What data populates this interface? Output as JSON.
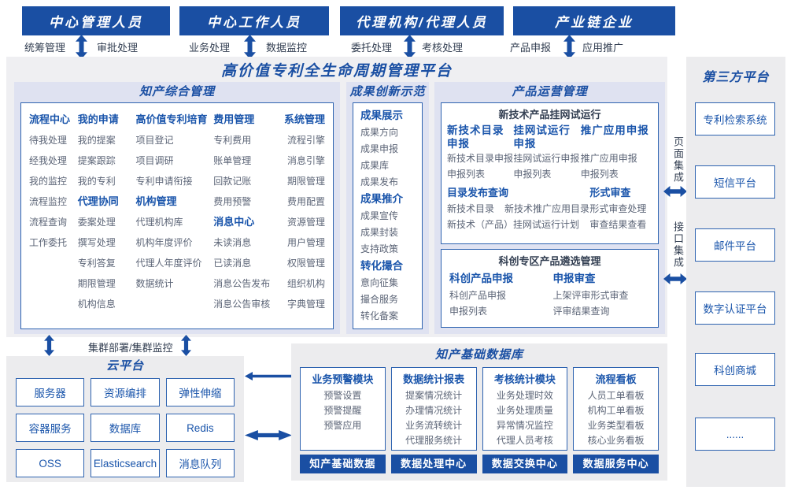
{
  "colors": {
    "primary_blue": "#1a4fa3",
    "text_blue": "#1a55ab",
    "item_gray": "#5c6577",
    "panel_lavender": "#dfe2f1",
    "panel_gray": "#efeff1",
    "border_blue": "#2e63b0"
  },
  "roles": [
    {
      "title": "中心管理人员",
      "left": "统筹管理",
      "right": "审批处理"
    },
    {
      "title": "中心工作人员",
      "left": "业务处理",
      "right": "数据监控"
    },
    {
      "title": "代理机构/代理人员",
      "left": "委托处理",
      "right": "考核处理"
    },
    {
      "title": "产业链企业",
      "left": "产品申报",
      "right": "应用推广"
    }
  ],
  "platform": {
    "title": "高价值专利全生命周期管理平台",
    "ip": {
      "title": "知产综合管理",
      "columns": [
        {
          "groups": [
            {
              "header": "流程中心",
              "items": [
                "待我处理",
                "经我处理",
                "我的监控",
                "流程监控",
                "流程查询",
                "工作委托"
              ]
            }
          ]
        },
        {
          "groups": [
            {
              "header": "我的申请",
              "items": [
                "我的提案",
                "提案跟踪",
                "我的专利"
              ]
            },
            {
              "header": "代理协同",
              "items": [
                "委案处理",
                "撰写处理",
                "专利答复",
                "期限管理",
                "机构信息"
              ]
            }
          ]
        },
        {
          "groups": [
            {
              "header": "高价值专利培育",
              "items": [
                "项目登记",
                "项目调研",
                "专利申请衔接"
              ]
            },
            {
              "header": "机构管理",
              "items": [
                "代理机构库",
                "机构年度评价",
                "代理人年度评价",
                "数据统计"
              ]
            }
          ]
        },
        {
          "groups": [
            {
              "header": "费用管理",
              "items": [
                "专利费用",
                "账单管理",
                "回款记账",
                "费用预警"
              ]
            },
            {
              "header": "消息中心",
              "items": [
                "未读消息",
                "已读消息",
                "消息公告发布",
                "消息公告审核"
              ]
            }
          ]
        },
        {
          "groups": [
            {
              "header": "系统管理",
              "items": [
                "流程引擎",
                "消息引擎",
                "期限管理",
                "费用配置",
                "资源管理",
                "用户管理",
                "权限管理",
                "组织机构",
                "字典管理"
              ]
            }
          ]
        }
      ]
    },
    "ach": {
      "title": "成果创新示范",
      "groups": [
        {
          "header": "成果展示",
          "items": [
            "成果方向",
            "成果申报",
            "成果库",
            "成果发布"
          ]
        },
        {
          "header": "成果推介",
          "items": [
            "成果宣传",
            "成果封装",
            "支持政策"
          ]
        },
        {
          "header": "转化撮合",
          "items": [
            "意向征集",
            "撮合服务",
            "转化备案"
          ]
        }
      ]
    },
    "po": {
      "title": "产品运营管理",
      "trial": {
        "title": "新技术产品挂网试运行",
        "groups": [
          {
            "header": "新技术目录申报",
            "items": [
              "新技术目录申报",
              "申报列表"
            ]
          },
          {
            "header": "挂网试运行申报",
            "items": [
              "挂网试运行申报",
              "申报列表"
            ]
          },
          {
            "header": "推广应用申报",
            "items": [
              "推广应用申报",
              "申报列表"
            ]
          }
        ],
        "catalog": {
          "header": "目录发布查询",
          "items": [
            "新技术目录",
            "新技术推广应用目录",
            "新技术（产品）挂网试运行计划"
          ]
        },
        "review": {
          "header": "形式审查",
          "items": [
            "形式审查处理",
            "审查结果查看"
          ]
        }
      },
      "kc": {
        "title": "科创专区产品遴选管理",
        "groups": [
          {
            "header": "科创产品申报",
            "items": [
              "科创产品申报",
              "申报列表"
            ]
          },
          {
            "header": "申报审查",
            "items": [
              "上架评审形式审查",
              "评审结果查询"
            ]
          }
        ]
      }
    }
  },
  "cluster_label": "集群部署/集群监控",
  "cloud": {
    "title": "云平台",
    "items": [
      "服务器",
      "资源编排",
      "弹性伸缩",
      "容器服务",
      "数据库",
      "Redis",
      "OSS",
      "Elasticsearch",
      "消息队列"
    ]
  },
  "dc": {
    "title": "知产基础数据库",
    "columns": [
      {
        "header": "业务预警模块",
        "items": [
          "预警设置",
          "预警提醒",
          "预警应用"
        ],
        "footer": "知产基础数据"
      },
      {
        "header": "数据统计报表",
        "items": [
          "提案情况统计",
          "办理情况统计",
          "业务流转统计",
          "代理服务统计"
        ],
        "footer": "数据处理中心"
      },
      {
        "header": "考核统计模块",
        "items": [
          "业务处理时效",
          "业务处理质量",
          "异常情况监控",
          "代理人员考核"
        ],
        "footer": "数据交换中心"
      },
      {
        "header": "流程看板",
        "items": [
          "人员工单看板",
          "机构工单看板",
          "业务类型看板",
          "核心业务看板"
        ],
        "footer": "数据服务中心"
      }
    ]
  },
  "third_party": {
    "title": "第三方平台",
    "items": [
      "专利检索系统",
      "短信平台",
      "邮件平台",
      "数字认证平台",
      "科创商城",
      "......"
    ]
  },
  "connectors": {
    "page": "页面集成",
    "api": "接口集成"
  }
}
